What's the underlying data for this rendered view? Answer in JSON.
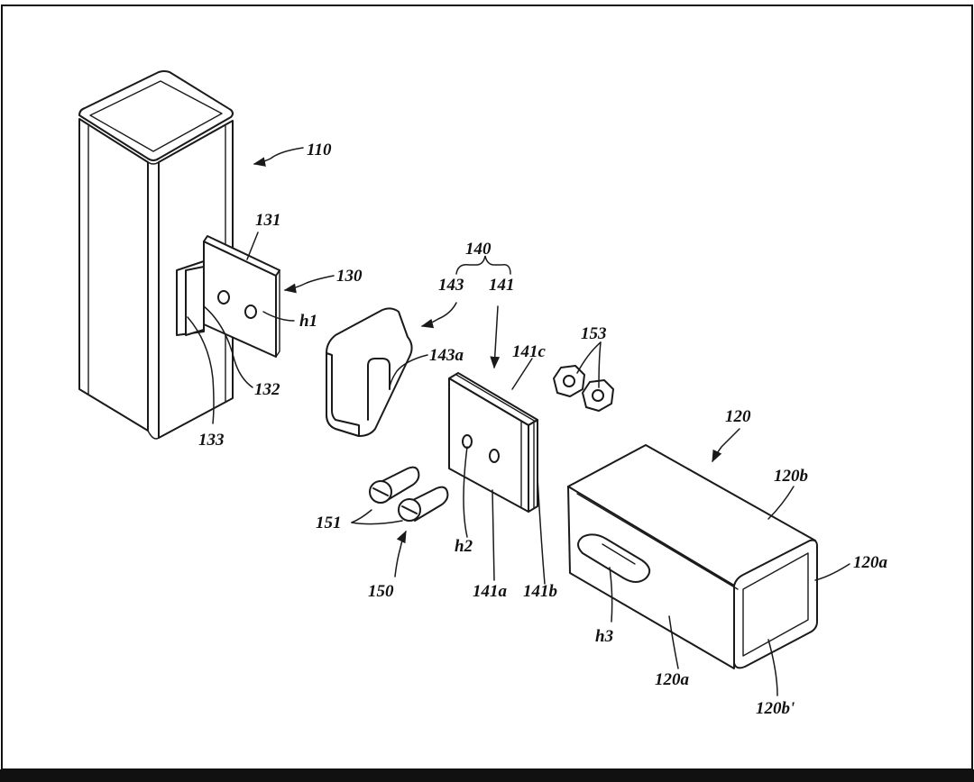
{
  "labels": {
    "l110": "110",
    "l131": "131",
    "l130": "130",
    "lh1": "h1",
    "l132": "132",
    "l133": "133",
    "l140": "140",
    "l143": "143",
    "l141": "141",
    "l143a": "143a",
    "l141c": "141c",
    "l153": "153",
    "l120": "120",
    "l120b": "120b",
    "l120a_right": "120a",
    "l151": "151",
    "l150": "150",
    "lh2": "h2",
    "l141a": "141a",
    "l141b": "141b",
    "lh3": "h3",
    "l120a_bottom": "120a",
    "l120bp": "120b'"
  }
}
